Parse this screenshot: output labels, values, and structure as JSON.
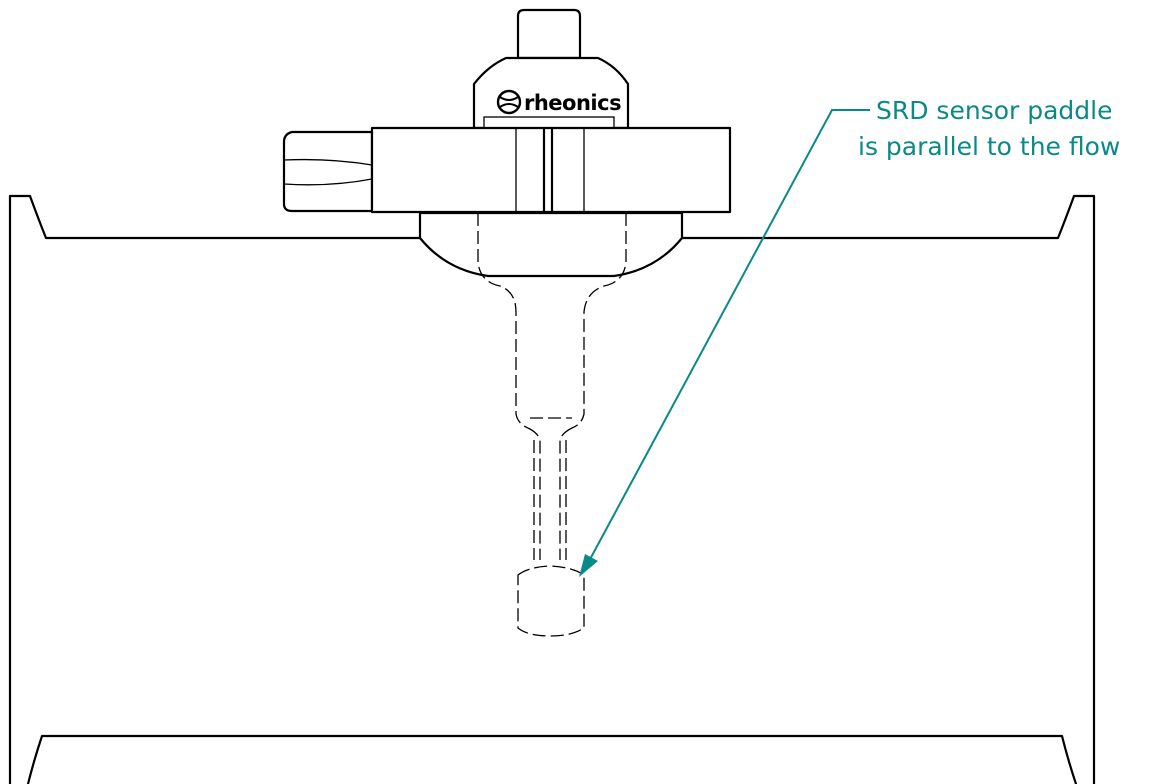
{
  "figure": {
    "logo": {
      "brand": "rheonics",
      "icon": "rheonics-logo-icon"
    },
    "annotation": {
      "line1": "SRD sensor paddle",
      "line2": "is parallel to the flow",
      "color": "#0a8a86"
    },
    "line_color": "#000000",
    "background": "#ffffff"
  }
}
